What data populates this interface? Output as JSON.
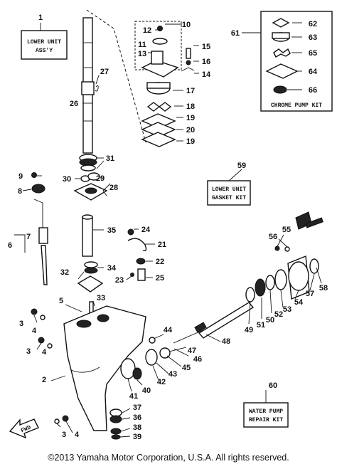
{
  "boxes": {
    "lower_unit": [
      "LOWER UNIT",
      "ASS'Y"
    ],
    "chrome_pump": "CHROME PUMP KIT",
    "gasket_kit": [
      "LOWER UNIT",
      "GASKET KIT"
    ],
    "water_pump": [
      "WATER PUMP",
      "REPAIR KIT"
    ],
    "fwd": "FWD"
  },
  "callouts": [
    {
      "id": "c1",
      "text": "1"
    },
    {
      "id": "c2",
      "text": "2"
    },
    {
      "id": "c3a",
      "text": "3"
    },
    {
      "id": "c3b",
      "text": "3"
    },
    {
      "id": "c3c",
      "text": "3"
    },
    {
      "id": "c4a",
      "text": "4"
    },
    {
      "id": "c4b",
      "text": "4"
    },
    {
      "id": "c4c",
      "text": "4"
    },
    {
      "id": "c5",
      "text": "5"
    },
    {
      "id": "c6",
      "text": "6"
    },
    {
      "id": "c7",
      "text": "7"
    },
    {
      "id": "c8",
      "text": "8"
    },
    {
      "id": "c9",
      "text": "9"
    },
    {
      "id": "c10",
      "text": "10"
    },
    {
      "id": "c11",
      "text": "11"
    },
    {
      "id": "c12",
      "text": "12"
    },
    {
      "id": "c13",
      "text": "13"
    },
    {
      "id": "c14",
      "text": "14"
    },
    {
      "id": "c15",
      "text": "15"
    },
    {
      "id": "c16",
      "text": "16"
    },
    {
      "id": "c17",
      "text": "17"
    },
    {
      "id": "c18",
      "text": "18"
    },
    {
      "id": "c19a",
      "text": "19"
    },
    {
      "id": "c19b",
      "text": "19"
    },
    {
      "id": "c20",
      "text": "20"
    },
    {
      "id": "c21",
      "text": "21"
    },
    {
      "id": "c22",
      "text": "22"
    },
    {
      "id": "c23",
      "text": "23"
    },
    {
      "id": "c24",
      "text": "24"
    },
    {
      "id": "c25",
      "text": "25"
    },
    {
      "id": "c26",
      "text": "26"
    },
    {
      "id": "c27",
      "text": "27"
    },
    {
      "id": "c28",
      "text": "28"
    },
    {
      "id": "c29",
      "text": "29"
    },
    {
      "id": "c30",
      "text": "30"
    },
    {
      "id": "c31",
      "text": "31"
    },
    {
      "id": "c32",
      "text": "32"
    },
    {
      "id": "c33",
      "text": "33"
    },
    {
      "id": "c34",
      "text": "34"
    },
    {
      "id": "c35",
      "text": "35"
    },
    {
      "id": "c36",
      "text": "36"
    },
    {
      "id": "c37",
      "text": "37"
    },
    {
      "id": "c38",
      "text": "38"
    },
    {
      "id": "c39",
      "text": "39"
    },
    {
      "id": "c40",
      "text": "40"
    },
    {
      "id": "c41",
      "text": "41"
    },
    {
      "id": "c42",
      "text": "42"
    },
    {
      "id": "c43",
      "text": "43"
    },
    {
      "id": "c44",
      "text": "44"
    },
    {
      "id": "c45",
      "text": "45"
    },
    {
      "id": "c46",
      "text": "46"
    },
    {
      "id": "c47",
      "text": "47"
    },
    {
      "id": "c48",
      "text": "48"
    },
    {
      "id": "c49",
      "text": "49"
    },
    {
      "id": "c50",
      "text": "50"
    },
    {
      "id": "c51",
      "text": "51"
    },
    {
      "id": "c52",
      "text": "52"
    },
    {
      "id": "c53",
      "text": "53"
    },
    {
      "id": "c54",
      "text": "54"
    },
    {
      "id": "c55",
      "text": "55"
    },
    {
      "id": "c56",
      "text": "56"
    },
    {
      "id": "c57",
      "text": "57"
    },
    {
      "id": "c58",
      "text": "58"
    },
    {
      "id": "c59",
      "text": "59"
    },
    {
      "id": "c60",
      "text": "60"
    },
    {
      "id": "c61",
      "text": "61"
    },
    {
      "id": "c62",
      "text": "62"
    },
    {
      "id": "c63",
      "text": "63"
    },
    {
      "id": "c64",
      "text": "64"
    },
    {
      "id": "c65",
      "text": "65"
    },
    {
      "id": "c66",
      "text": "66"
    }
  ],
  "copyright": "©2013 Yamaha Motor Corporation, U.S.A. All rights reserved."
}
